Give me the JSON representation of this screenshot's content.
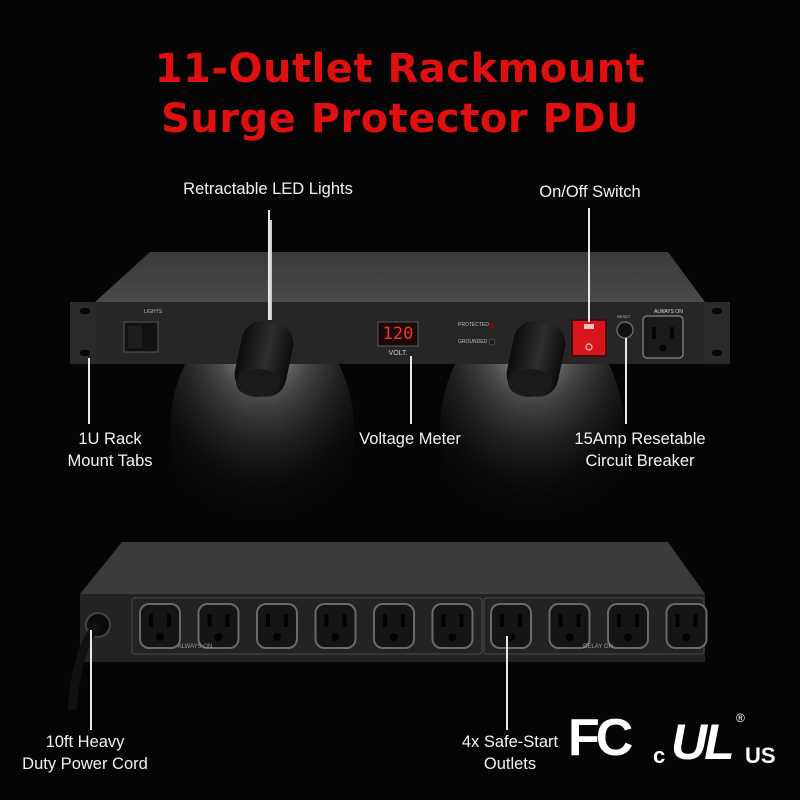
{
  "headline": {
    "line1": "11-Outlet Rackmount",
    "line2": "Surge Protector PDU"
  },
  "callouts": {
    "led_lights": "Retractable LED Lights",
    "switch": "On/Off Switch",
    "rack_tabs_1": "1U Rack",
    "rack_tabs_2": "Mount Tabs",
    "voltage_meter": "Voltage Meter",
    "breaker_1": "15Amp Resetable",
    "breaker_2": "Circuit Breaker",
    "cord_1": "10ft Heavy",
    "cord_2": "Duty Power Cord",
    "outlets_1": "4x Safe-Start",
    "outlets_2": "Outlets"
  },
  "front_panel": {
    "lights_label": "LIGHTS",
    "voltage_reading": "120",
    "volt_label": "VOLT.",
    "protected_label": "PROTECTED",
    "grounded_label": "GROUNDED",
    "reset_label": "RESET",
    "always_on_label": "ALWAYS ON"
  },
  "rear_panel": {
    "always_on_label": "ALWAYS ON",
    "delay_on_label": "DELAY ON",
    "outlet_count": 10
  },
  "certifications": {
    "fcc": "FC",
    "ul_c": "c",
    "ul_mark": "UL",
    "ul_reg": "®",
    "ul_us": "US"
  },
  "colors": {
    "headline": "#e01010",
    "switch": "#d8141c",
    "meter_digits": "#ff3030",
    "chassis": "#2c2c2c"
  }
}
